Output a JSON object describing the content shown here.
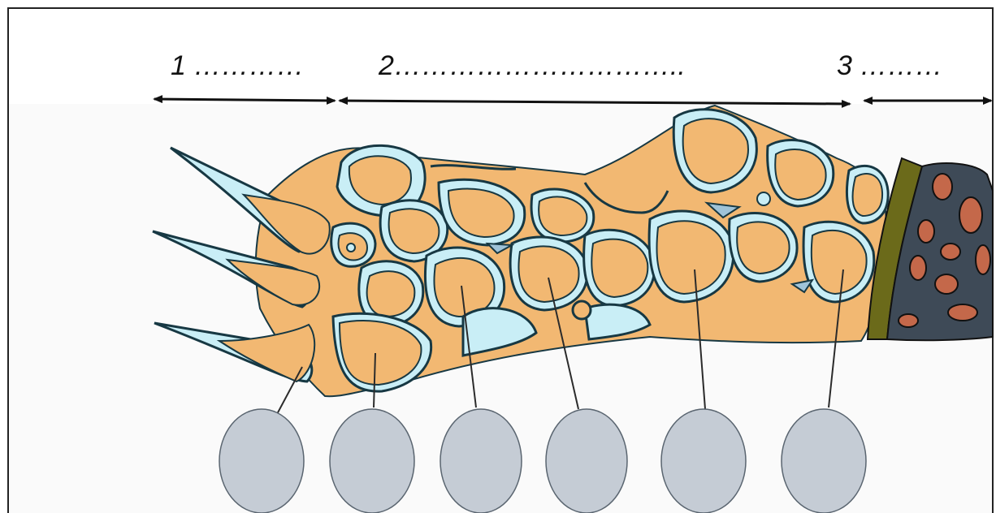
{
  "labels": {
    "region_1": "1 …………",
    "region_2": "2…………………………..",
    "region_3": "3 ………"
  },
  "colors": {
    "cell_fill": "#f2b872",
    "cell_wall": "#c9eef6",
    "outline": "#173843",
    "bark_olive": "#6b6a1a",
    "bark_dark": "#3e4a57",
    "bark_spots": "#c4684a",
    "blank_oval": "#c5ccd5",
    "arrow": "#111111"
  },
  "callout_blanks": 6
}
